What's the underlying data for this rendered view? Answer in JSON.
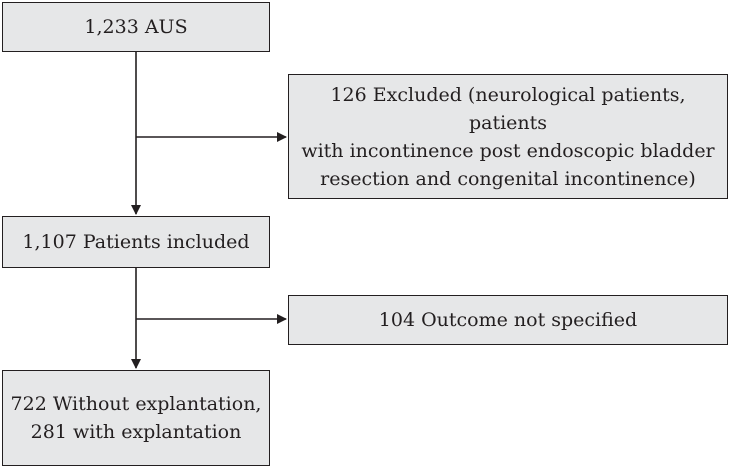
{
  "flow": {
    "start": "1,233 AUS",
    "excluded_1": {
      "lines": [
        "126 Excluded (neurological patients, patients",
        "with incontinence post endoscopic bladder",
        "resection and congenital incontinence)"
      ]
    },
    "included": "1,107 Patients included",
    "excluded_2": "104 Outcome not specified",
    "outcome": {
      "lines": [
        "722 Without explantation,",
        "281 with explantation"
      ]
    }
  },
  "colors": {
    "box_fill": "#e6e7e8",
    "stroke": "#231f20",
    "text": "#231f20"
  }
}
